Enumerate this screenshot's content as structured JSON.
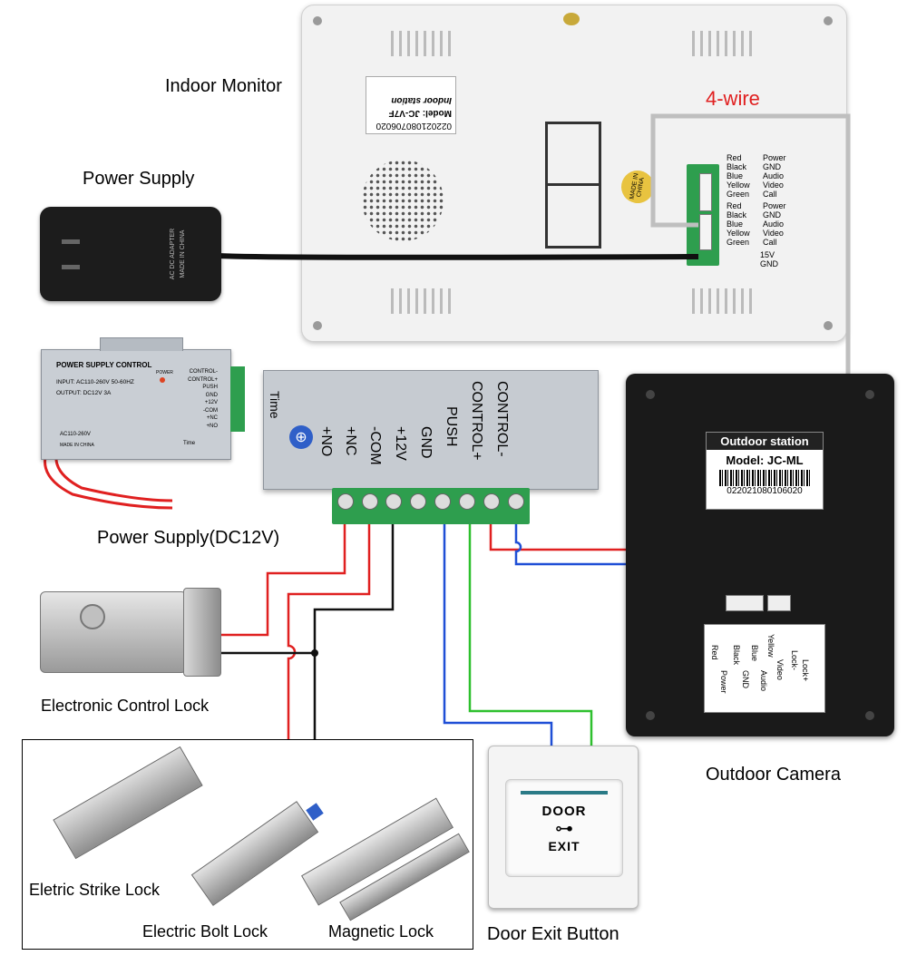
{
  "captions": {
    "indoor_monitor": "Indoor Monitor",
    "power_supply": "Power Supply",
    "power_supply_dc12v": "Power Supply(DC12V)",
    "electronic_control_lock": "Electronic Control Lock",
    "outdoor_camera": "Outdoor Camera",
    "electric_strike_lock": "Eletric Strike Lock",
    "electric_bolt_lock": "Electric Bolt Lock",
    "magnetic_lock": "Magnetic Lock",
    "door_exit_button": "Door Exit Button",
    "four_wire": "4-wire"
  },
  "monitor": {
    "serial": "022021080706020",
    "model": "Model: JC-V7F",
    "station": "Indoor station",
    "made_in": "MADE IN CHINA",
    "port_a": [
      {
        "color": "Red",
        "signal": "Power"
      },
      {
        "color": "Black",
        "signal": "GND"
      },
      {
        "color": "Blue",
        "signal": "Audio"
      },
      {
        "color": "Yellow",
        "signal": "Video"
      },
      {
        "color": "Green",
        "signal": "Call"
      }
    ],
    "port_b": [
      {
        "color": "Red",
        "signal": "Power"
      },
      {
        "color": "Black",
        "signal": "GND"
      },
      {
        "color": "Blue",
        "signal": "Audio"
      },
      {
        "color": "Yellow",
        "signal": "Video"
      },
      {
        "color": "Green",
        "signal": "Call"
      }
    ],
    "power_port": [
      "15V",
      "GND"
    ]
  },
  "adapter": {
    "label": "AC DC ADAPTER",
    "made_in": "MADE IN CHINA"
  },
  "psu_box": {
    "title": "POWER SUPPLY CONTROL",
    "input": "INPUT: AC110-260V 50-60HZ",
    "output": "OUTPUT: DC12V 3A",
    "ac_range": "AC110-260V",
    "made_in": "MADE IN CHINA",
    "power": "POWER",
    "time": "Time",
    "terminals": [
      "CONTROL-",
      "CONTROL+",
      "PUSH",
      "GND",
      "+12V",
      "-COM",
      "+NC",
      "+NO"
    ]
  },
  "controller": {
    "time": "Time",
    "terminals": [
      "+NO",
      "+NC",
      "-COM",
      "+12V",
      "GND",
      "PUSH",
      "CONTROL+",
      "CONTROL-"
    ]
  },
  "outdoor": {
    "station": "Outdoor station",
    "model": "Model: JC-ML",
    "serial": "022021080106020",
    "pins": [
      {
        "color": "Red",
        "signal": "Power"
      },
      {
        "color": "Black",
        "signal": "GND"
      },
      {
        "color": "Blue",
        "signal": "Audio"
      },
      {
        "color": "Yellow",
        "signal": "Video"
      }
    ],
    "lock_pins": [
      "Lock+",
      "Lock-"
    ]
  },
  "exit_button": {
    "line1": "DOOR",
    "line2": "EXIT"
  },
  "colors": {
    "red_wire": "#e02020",
    "black_wire": "#111111",
    "blue_wire": "#1f4fd6",
    "green_wire": "#2ec02e",
    "four_wire_label": "#e02020",
    "terminal_green": "#2e9e4e"
  }
}
